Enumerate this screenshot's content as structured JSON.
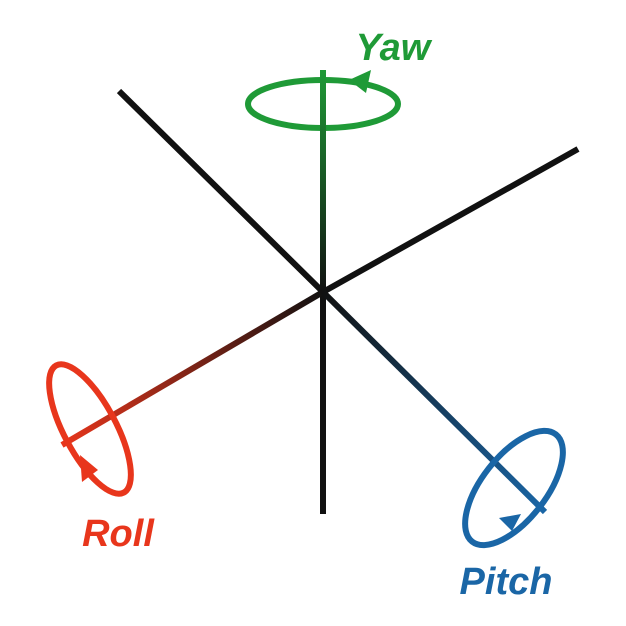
{
  "labels": {
    "yaw": "Yaw",
    "roll": "Roll",
    "pitch": "Pitch"
  },
  "colors": {
    "yaw": "#1f9a37",
    "roll": "#e8361c",
    "pitch": "#1a66a6",
    "axis": "#111111",
    "background": "#ffffff"
  }
}
